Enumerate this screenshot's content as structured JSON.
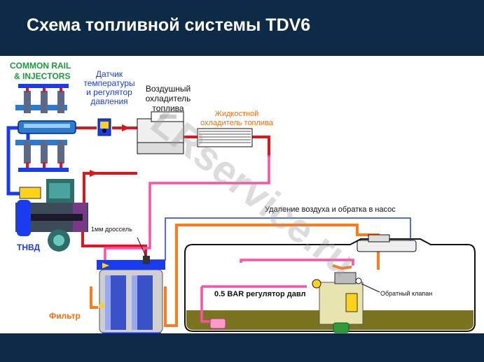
{
  "slide": {
    "title": "Схема топливной системы TDV6"
  },
  "labels": {
    "common_rail_line1": "COMMON RAIL",
    "common_rail_line2": "& INJECTORS",
    "sensor_line1": "Датчик",
    "sensor_line2": "температуры",
    "sensor_line3": "и регулятор",
    "sensor_line4": "давления",
    "air_cooler_line1": "Воздушный",
    "air_cooler_line2": "охладитель",
    "air_cooler_line3": "топлива",
    "liquid_cooler_line1": "Жидкостной",
    "liquid_cooler_line2": "охладитель топлива",
    "hp_pump": "ТНВД",
    "throttle": "1мм дроссель",
    "deaeration": "Удаление воздуха и обратка в насос",
    "regulator": "0.5 BAR регулятор давл",
    "check_valve": "Обратный клапан",
    "filter": "Фильтр"
  },
  "watermark": "LRservice.ru",
  "colors": {
    "header_bg": "#0d2a47",
    "high_pressure": "#e0141c",
    "low_pressure": "#1a3cf0",
    "return_line": "#ff4fa6",
    "supply_line": "#ff7a1a",
    "common_rail_label": "#1a9a3a",
    "sensor_label": "#1a3cf0",
    "liquid_cooler_label": "#ff6a00",
    "filter_label": "#ff6a00",
    "hp_pump_label": "#1a3cf0"
  }
}
